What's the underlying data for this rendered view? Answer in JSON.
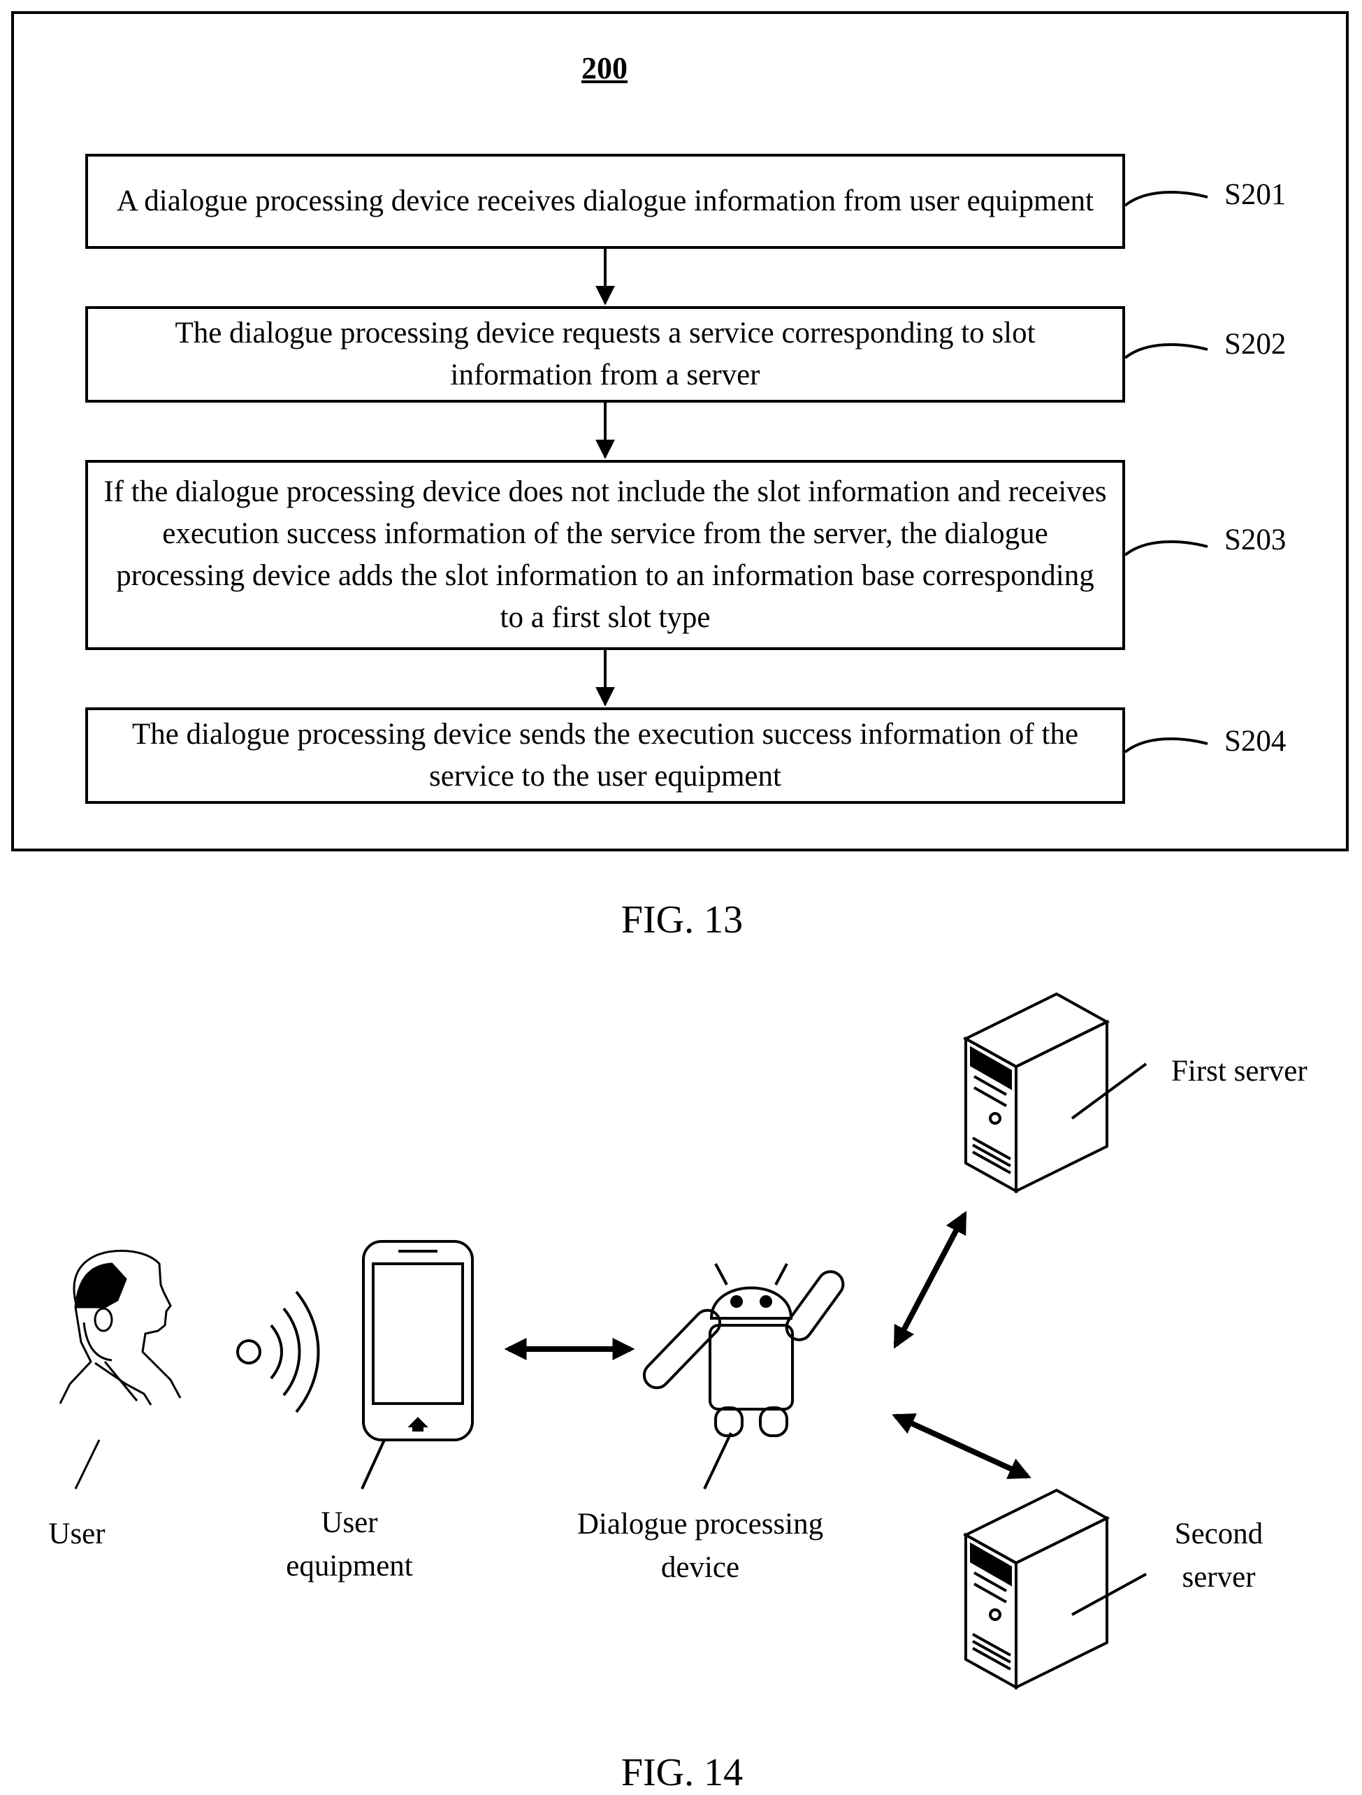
{
  "fig13": {
    "number": "200",
    "steps": [
      {
        "id": "S201",
        "text": "A dialogue processing device receives dialogue information from user equipment"
      },
      {
        "id": "S202",
        "text": "The dialogue processing device requests a service corresponding to slot information from a server"
      },
      {
        "id": "S203",
        "text": "If the dialogue processing device does not include the slot information and receives execution success information of the service from the server, the dialogue processing device adds the slot information to an information base corresponding to a first slot type"
      },
      {
        "id": "S204",
        "text": "The dialogue processing device sends the execution success information of the service to the user equipment"
      }
    ],
    "caption": "FIG. 13"
  },
  "fig14": {
    "labels": {
      "user": "User",
      "user_equipment": "User equipment",
      "dialogue_device": "Dialogue processing device",
      "first_server": "First server",
      "second_server": "Second server"
    },
    "icons": [
      "person-icon",
      "wireless-signal-icon",
      "smartphone-icon",
      "android-robot-icon",
      "server-icon"
    ],
    "caption": "FIG. 14"
  }
}
